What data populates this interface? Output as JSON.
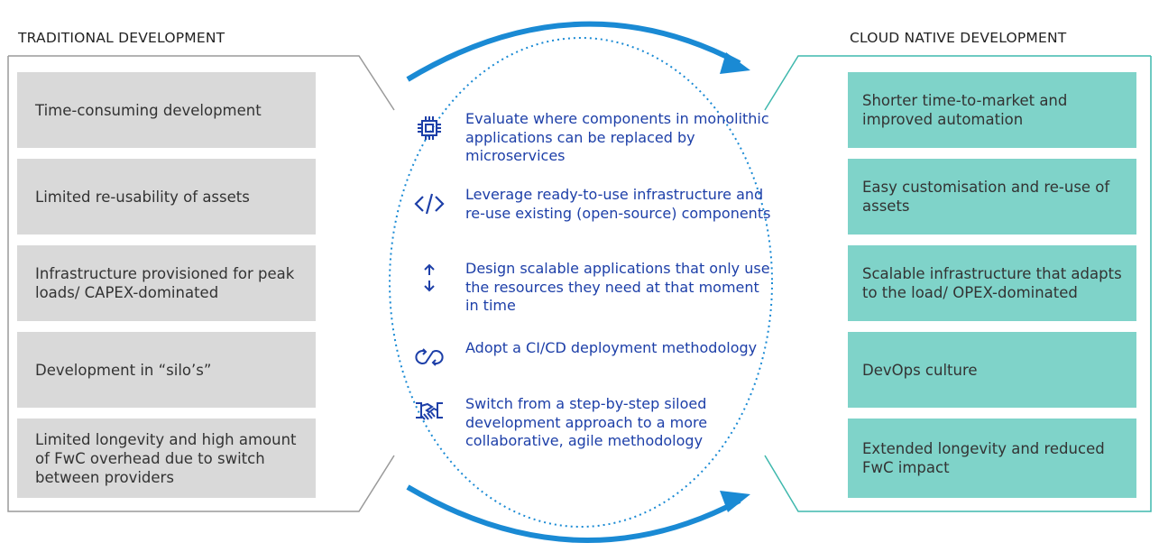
{
  "headings": {
    "left": "TRADITIONAL DEVELOPMENT",
    "right": "CLOUD NATIVE DEVELOPMENT"
  },
  "traditional": [
    "Time-consuming development",
    "Limited re-usability of assets",
    "Infrastructure provisioned for peak loads/ CAPEX-dominated",
    "Development in “silo’s”",
    "Limited longevity and high amount of FwC overhead due to switch between providers"
  ],
  "cloud_native": [
    "Shorter time-to-market and improved automation",
    "Easy customisation and re-use of assets",
    "Scalable infrastructure that adapts to the load/ OPEX-dominated",
    "DevOps culture",
    "Extended longevity and reduced FwC impact"
  ],
  "actions": [
    {
      "icon": "chip-icon",
      "text": "Evaluate where components in monolithic applications can be replaced by microservices"
    },
    {
      "icon": "code-icon",
      "text": "Leverage ready-to-use infrastructure and re-use existing (open-source) components"
    },
    {
      "icon": "scale-arrows-icon",
      "text": "Design scalable applications that only use the resources they need at that moment in time"
    },
    {
      "icon": "cicd-loop-icon",
      "text": "Adopt a CI/CD deployment methodology"
    },
    {
      "icon": "handshake-icon",
      "text": "Switch from a step-by-step siloed development approach to a more collaborative, agile methodology"
    }
  ],
  "colors": {
    "traditional_box": "#d9d9d9",
    "cloud_box": "#7fd3c9",
    "traditional_outline": "#9a9a9a",
    "cloud_outline": "#3fb8ad",
    "accent_blue": "#1d3fa8",
    "arrow_blue": "#1a8ad4"
  }
}
